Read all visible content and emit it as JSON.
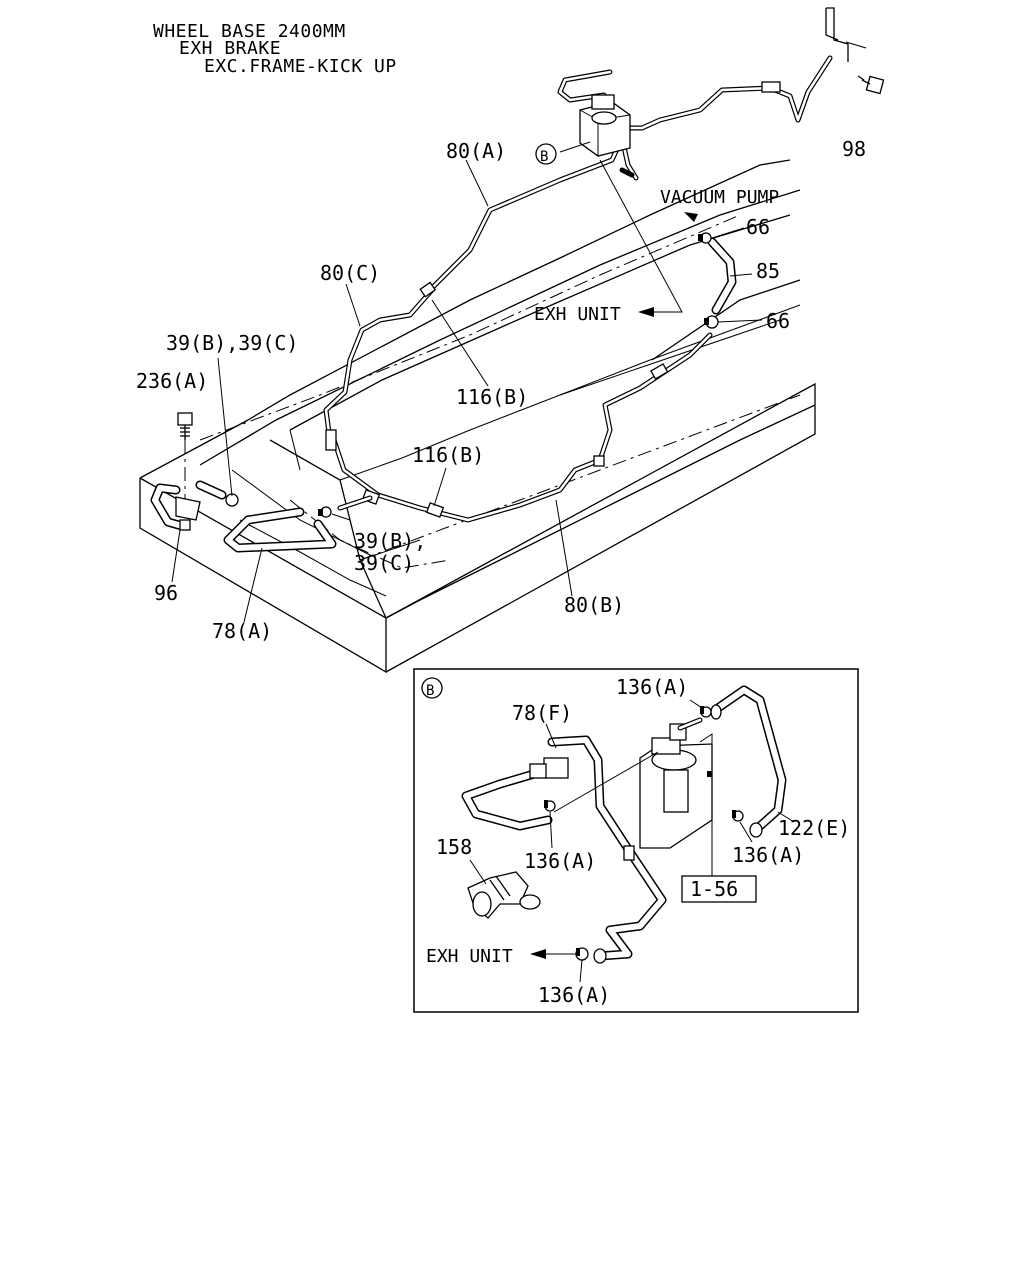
{
  "header": {
    "line1": "WHEEL BASE 2400MM",
    "line2": "EXH BRAKE",
    "line3": "EXC.FRAME-KICK UP"
  },
  "main_labels": {
    "p98": "98",
    "p80a": "80(A)",
    "marker_b": "B",
    "vacuum_pump": "VACUUM PUMP",
    "p66_top": "66",
    "p85": "85",
    "p66_bottom": "66",
    "exh_unit": "EXH UNIT",
    "p80c": "80(C)",
    "p39bc_top": "39(B),39(C)",
    "p236a": "236(A)",
    "p116b_upper": "116(B)",
    "p116b_lower": "116(B)",
    "p39b_lower": "39(B),",
    "p39c_lower": "39(C)",
    "p96": "96",
    "p78a": "78(A)",
    "p80b": "80(B)"
  },
  "detail_b": {
    "marker": "B",
    "p136a_top": "136(A)",
    "p78f": "78(F)",
    "p122e": "122(E)",
    "p136a_right": "136(A)",
    "p158": "158",
    "p136a_mid": "136(A)",
    "ref_1_56": "1-56",
    "exh_unit": "EXH UNIT",
    "p136a_bottom": "136(A)"
  }
}
